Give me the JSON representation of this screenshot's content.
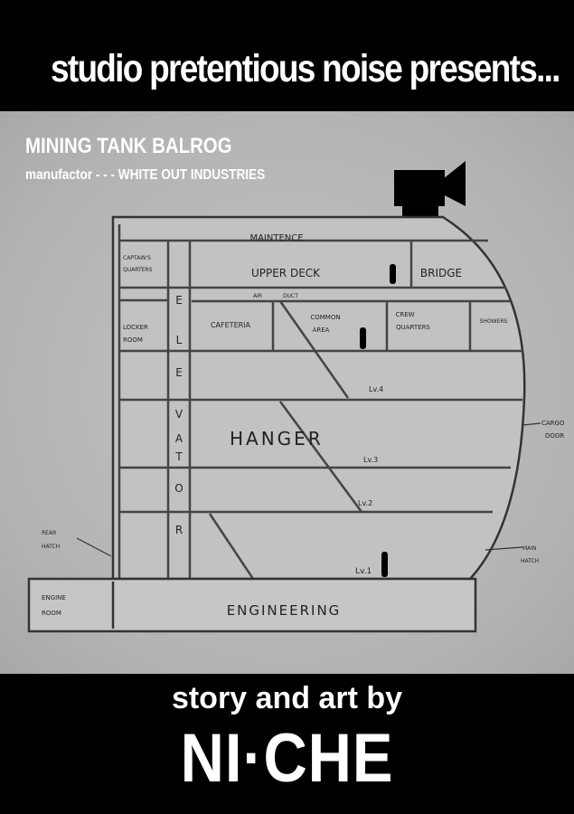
{
  "header": {
    "presents": "studio pretentious noise presents..."
  },
  "title": "MINING TANK BALROG",
  "subtitle": "manufactor - - - WHITE OUT INDUSTRIES",
  "diagram": {
    "maintenance": "MAINTENCE",
    "captains_quarters": [
      "CAPTAIN'S",
      "QUARTERS"
    ],
    "upper_deck": "UPPER DECK",
    "bridge": "BRIDGE",
    "air_duct": [
      "AIR",
      "DUCT"
    ],
    "locker_room": [
      "LOCKER",
      "ROOM"
    ],
    "cafeteria": "CAFETERIA",
    "common_area": [
      "COMMON",
      "AREA"
    ],
    "crew_quarters": [
      "CREW",
      "QUARTERS"
    ],
    "showers": "SHOWERS",
    "elevator_letters": [
      "E",
      "L",
      "E",
      "V",
      "A",
      "T",
      "O",
      "R"
    ],
    "hanger": "HANGER",
    "levels": [
      "Lv.4",
      "Lv.3",
      "Lv.2",
      "Lv.1"
    ],
    "cargo_door": [
      "CARGO",
      "DOOR"
    ],
    "rear_hatch": [
      "REAR",
      "HATCH"
    ],
    "main_hatch": [
      "MAIN",
      "HATCH"
    ],
    "engine_room": [
      "ENGINE",
      "ROOM"
    ],
    "engineering": "ENGINEERING"
  },
  "credits": {
    "line1": "story and art by",
    "author": "NI·CHE"
  }
}
